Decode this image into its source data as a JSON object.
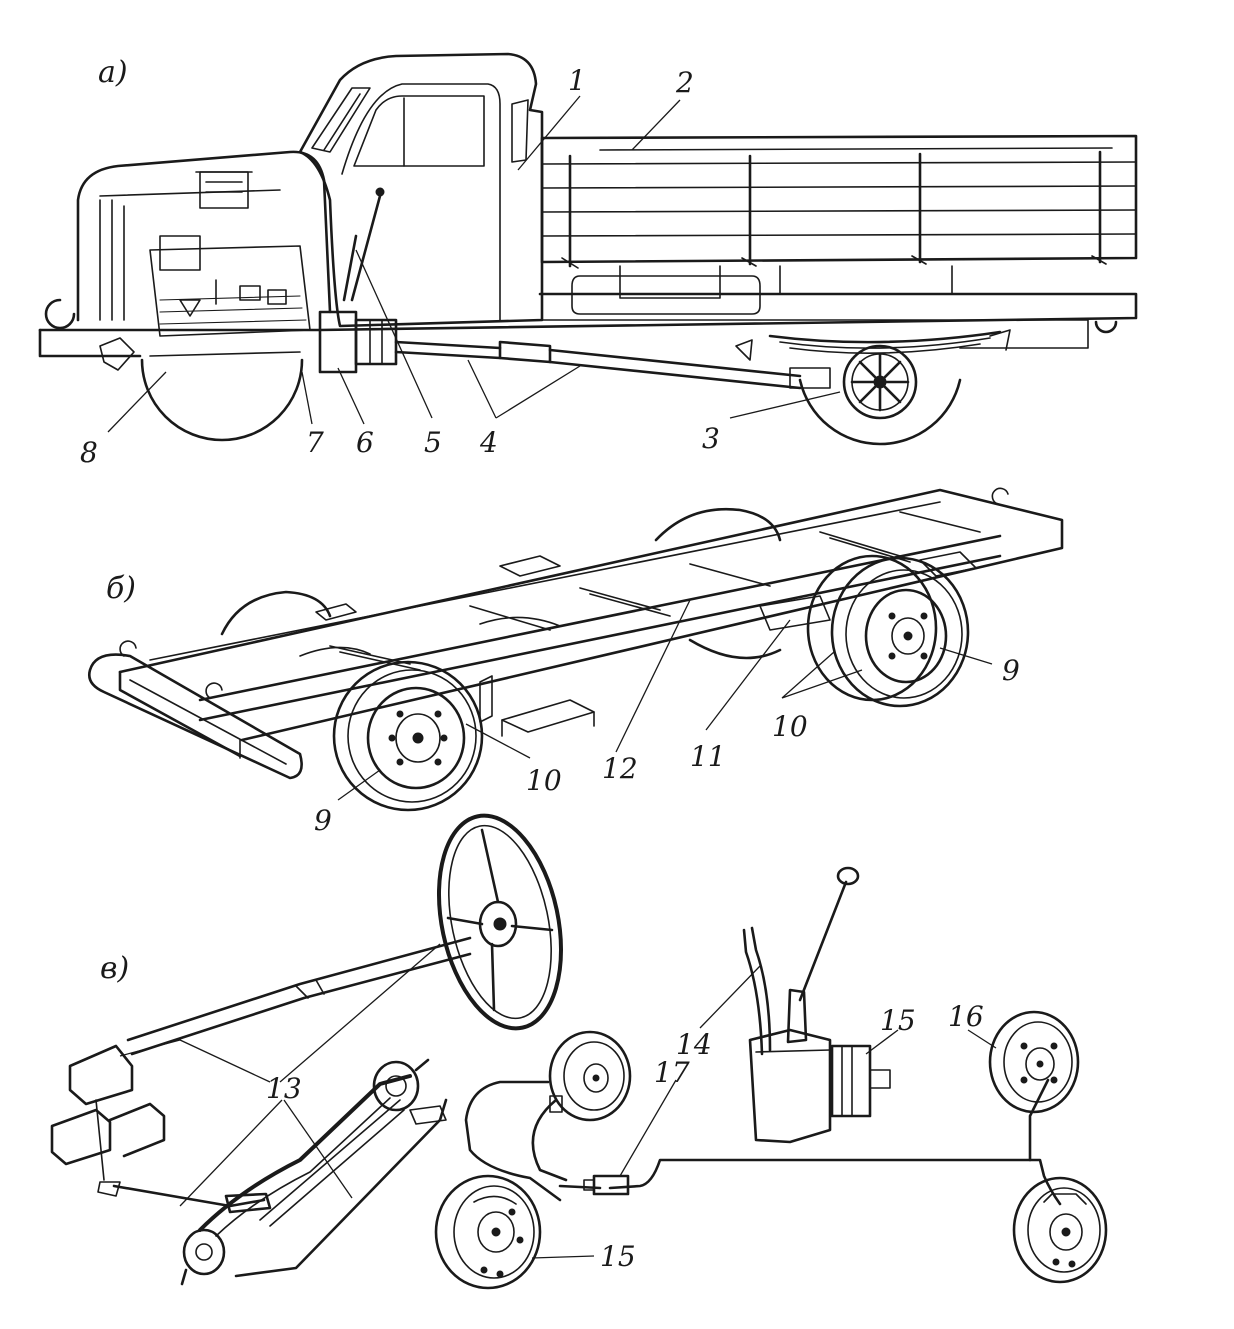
{
  "sections": {
    "a": {
      "letter": "а)"
    },
    "b": {
      "letter": "б)"
    },
    "c": {
      "letter": "в)"
    }
  },
  "callouts": {
    "n1": "1",
    "n2": "2",
    "n3": "3",
    "n4": "4",
    "n5": "5",
    "n6": "6",
    "n7": "7",
    "n8": "8",
    "n9a": "9",
    "n9b": "9",
    "n10a": "10",
    "n10b": "10",
    "n11": "11",
    "n12": "12",
    "n13": "13",
    "n14": "14",
    "n15a": "15",
    "n15b": "15",
    "n16": "16",
    "n17": "17"
  }
}
